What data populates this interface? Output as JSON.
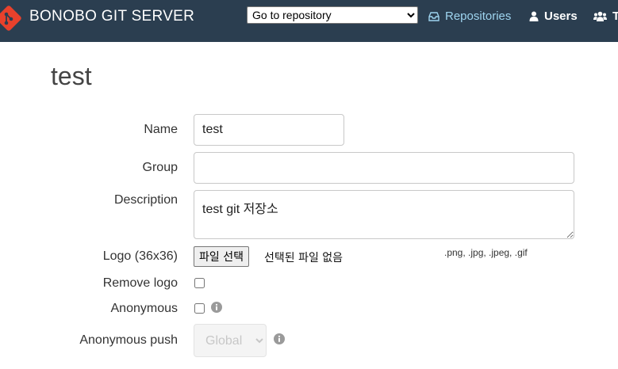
{
  "header": {
    "brand": "BONOBO GIT SERVER",
    "repo_select": {
      "selected": "Go to repository",
      "options": [
        "Go to repository"
      ]
    },
    "nav": {
      "repositories": "Repositories",
      "users": "Users",
      "teams": "T"
    },
    "colors": {
      "background": "#2b3e50",
      "active_link": "#9ed4ef",
      "logo": "#e8412c"
    }
  },
  "page": {
    "title": "test"
  },
  "form": {
    "name": {
      "label": "Name",
      "value": "test"
    },
    "group": {
      "label": "Group",
      "value": ""
    },
    "description": {
      "label": "Description",
      "value": "test git 저장소"
    },
    "logo": {
      "label": "Logo (36x36)",
      "button": "파일 선택",
      "status": "선택된 파일 없음",
      "hint": ".png, .jpg, .jpeg, .gif"
    },
    "remove_logo": {
      "label": "Remove logo",
      "checked": false
    },
    "anonymous": {
      "label": "Anonymous",
      "checked": false,
      "icon": "info-icon"
    },
    "anonymous_push": {
      "label": "Anonymous push",
      "selected": "Global",
      "disabled": true,
      "icon": "info-icon"
    }
  }
}
